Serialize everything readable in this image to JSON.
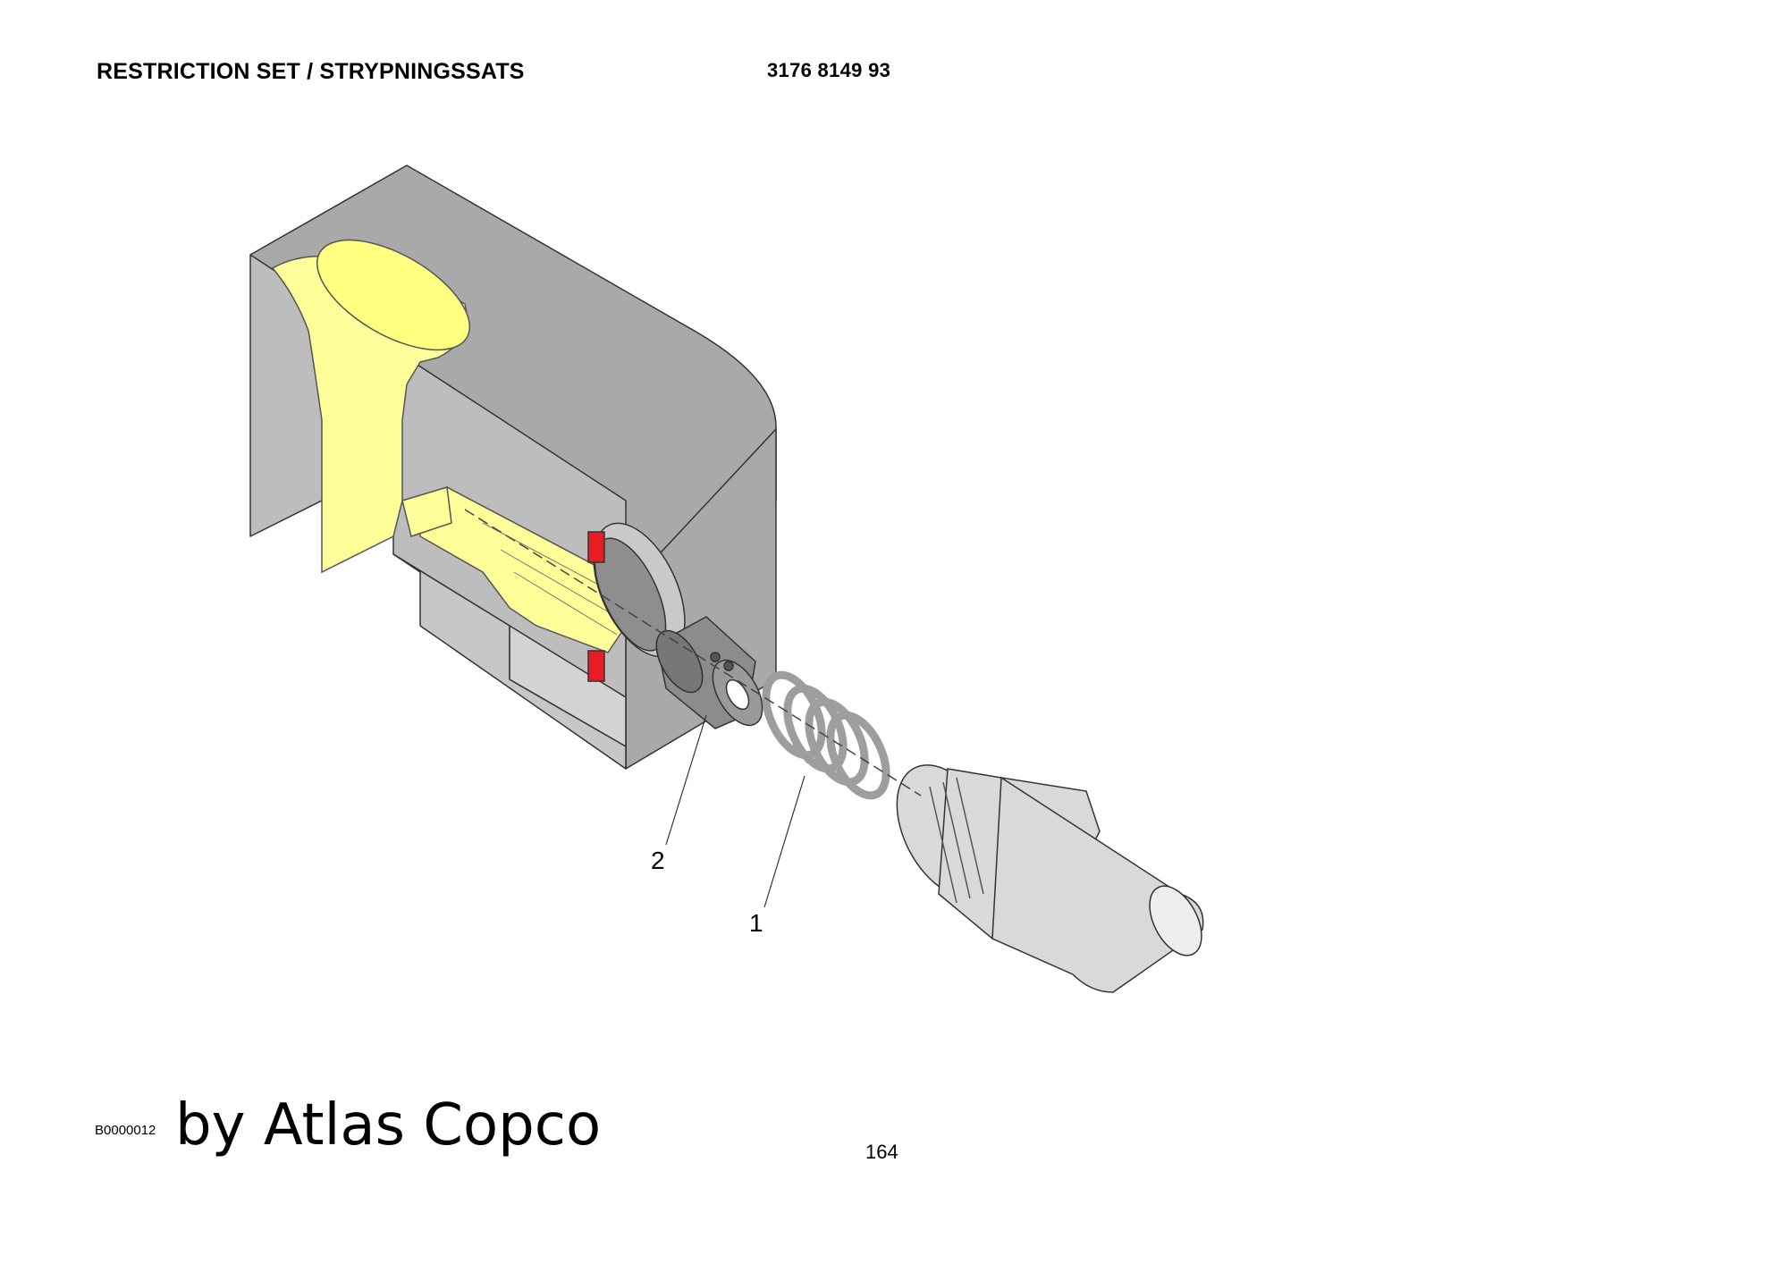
{
  "header": {
    "title": "RESTRICTION SET / STRYPNINGSSATS",
    "part_number": "3176 8149 93"
  },
  "diagram": {
    "callouts": [
      {
        "id": "2",
        "label": "2"
      },
      {
        "id": "1",
        "label": "1"
      }
    ],
    "colors": {
      "housing_top": "#a9a9a9",
      "housing_side": "#bdbdbd",
      "housing_cut": "#d3d3d3",
      "fluid_passage": "#ffff99",
      "seal": "#e81c24",
      "part_fill": "#d9d9d9",
      "insert_fill": "#8c8c8c"
    }
  },
  "footer": {
    "figure_code": "B0000012",
    "brand_text": "by Atlas Copco",
    "page_number": "164"
  }
}
